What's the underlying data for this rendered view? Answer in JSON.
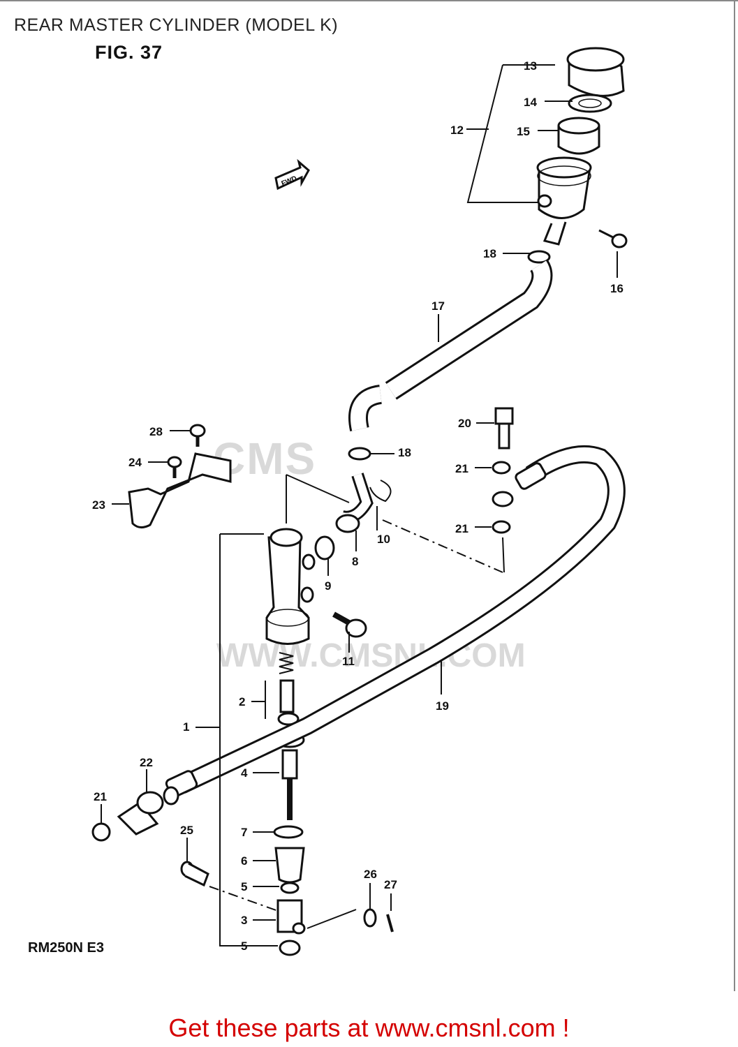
{
  "header": {
    "title": "REAR MASTER CYLINDER (MODEL K)",
    "figure": "FIG. 37"
  },
  "diagram": {
    "fwd_label": "FWD",
    "model_code": "RM250N E3",
    "watermark_text": "CMS",
    "watermark_url": "WWW.CMSNL.COM",
    "callouts": [
      "1",
      "2",
      "3",
      "4",
      "5",
      "5",
      "6",
      "7",
      "8",
      "9",
      "10",
      "11",
      "12",
      "13",
      "14",
      "15",
      "16",
      "17",
      "18",
      "18",
      "19",
      "20",
      "21",
      "21",
      "21",
      "22",
      "23",
      "24",
      "25",
      "26",
      "27",
      "28"
    ]
  },
  "footer": {
    "link_text": "Get these parts at www.cmsnl.com !"
  }
}
